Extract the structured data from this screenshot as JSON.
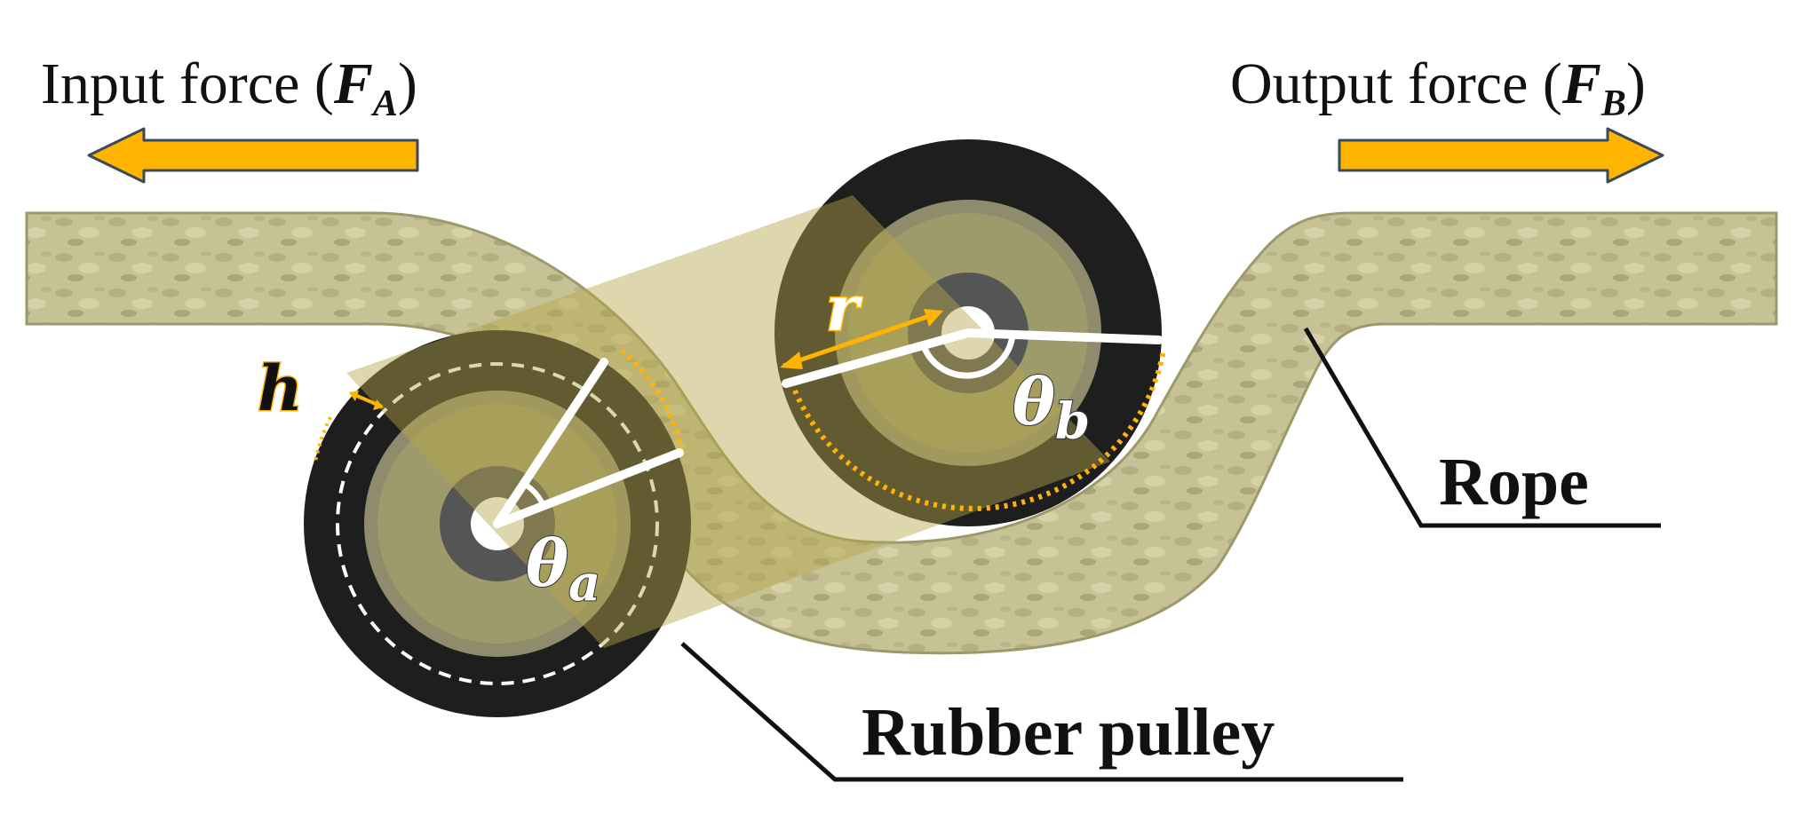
{
  "labels": {
    "input_force_prefix": "Input force (",
    "input_force_symbol": "F",
    "input_force_subscript": "A",
    "input_force_suffix": ")",
    "output_force_prefix": "Output force (",
    "output_force_symbol": "F",
    "output_force_subscript": "B",
    "output_force_suffix": ")",
    "rope": "Rope",
    "rubber_pulley": "Rubber pulley",
    "h": "h",
    "r": "r",
    "theta_a": "θ",
    "theta_a_sub": "a",
    "theta_b": "θ",
    "theta_b_sub": "b"
  },
  "colors": {
    "arrow_fill": "#FFB400",
    "arrow_stroke": "#3a4a5a",
    "rope": "#c9c59a",
    "rope_shadow": "#a9a57a",
    "pulley_tire": "#1e1e1e",
    "pulley_rim": "#8a8a6a",
    "pulley_hub": "#555555",
    "overlay": "#b5a74a",
    "dimension": "#FFB400"
  }
}
